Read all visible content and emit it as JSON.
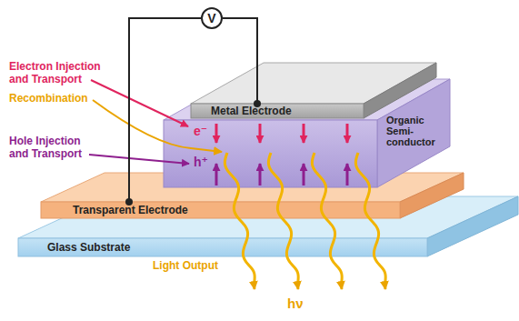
{
  "diagram": {
    "nodes": [
      {
        "text": [
          "V"
        ]
      },
      {
        "text": [
          "Metal Electrode"
        ]
      },
      {
        "text": [
          "Organic Semi-conductor"
        ]
      },
      {
        "text": [
          "Transparent Electrode"
        ]
      },
      {
        "text": [
          "Glass Substrate"
        ]
      }
    ],
    "edges": [
      {
        "from": 0,
        "to": 1,
        "arrow": "none"
      },
      {
        "from": 0,
        "to": 3,
        "arrow": "none"
      }
    ],
    "labels": [
      "Electron Injection and Transport",
      "Recombination",
      "Hole Injection and Transport",
      "e⁻",
      "h⁺",
      "Light Output",
      "hν"
    ]
  }
}
